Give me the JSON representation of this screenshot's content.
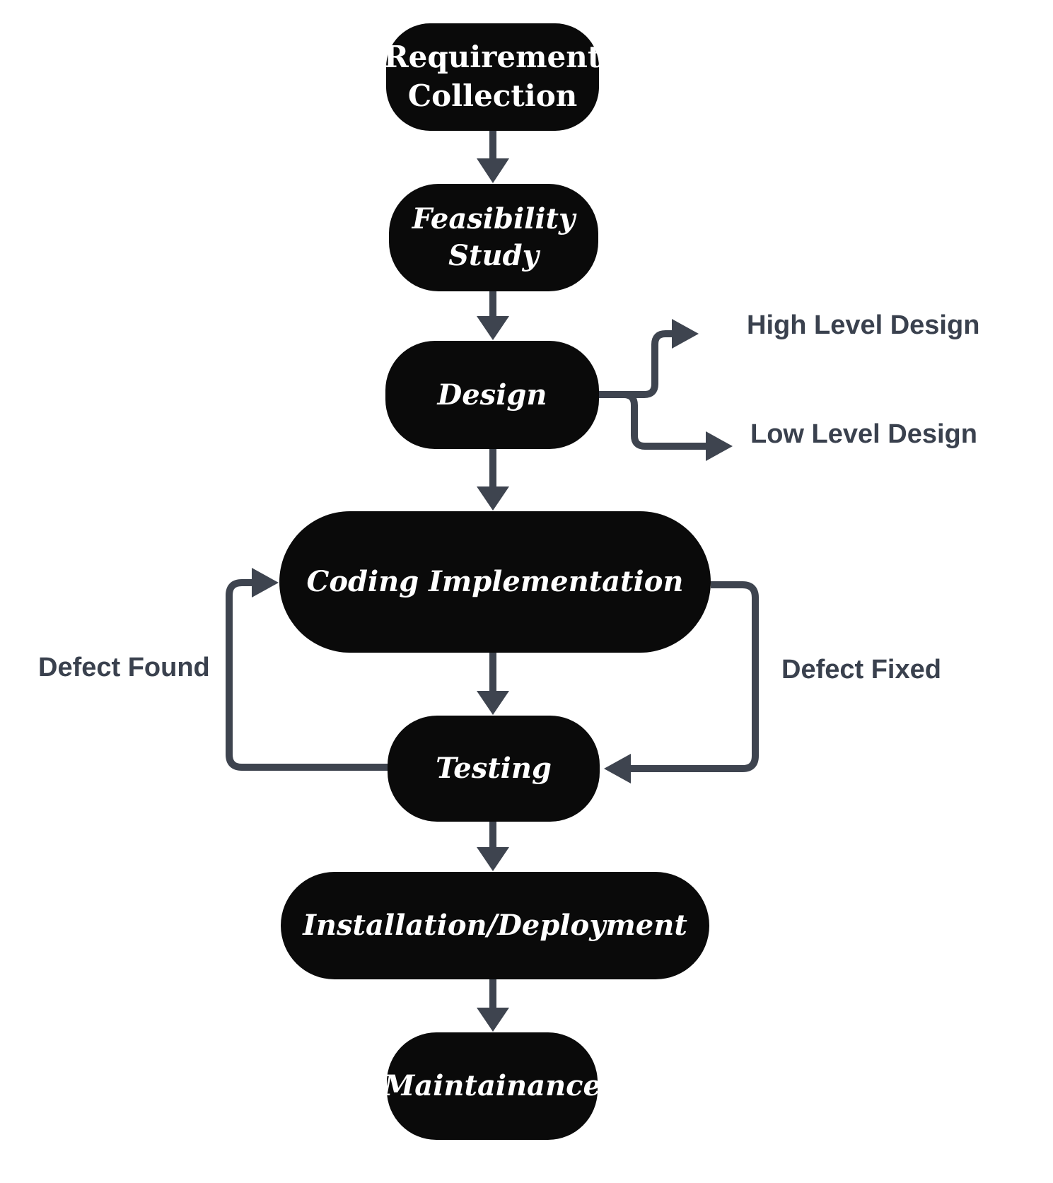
{
  "colors": {
    "background": "#ffffff",
    "node_fill": "#0a0a0a",
    "node_text": "#ffffff",
    "connector": "#3e444f",
    "label_text": "#3a414e"
  },
  "nodes": [
    {
      "id": "requirement-collection",
      "label": "Requirement Collection"
    },
    {
      "id": "feasibility-study",
      "label": "Feasibility Study"
    },
    {
      "id": "design",
      "label": "Design"
    },
    {
      "id": "coding-implementation",
      "label": "Coding Implementation"
    },
    {
      "id": "testing",
      "label": "Testing"
    },
    {
      "id": "installation-deployment",
      "label": "Installation/Deployment"
    },
    {
      "id": "maintainance",
      "label": "Maintainance"
    }
  ],
  "annotations": [
    {
      "id": "high-level-design",
      "text": "High Level Design"
    },
    {
      "id": "low-level-design",
      "text": "Low Level Design"
    },
    {
      "id": "defect-found",
      "text": "Defect Found"
    },
    {
      "id": "defect-fixed",
      "text": "Defect Fixed"
    }
  ],
  "edges": [
    {
      "from": "requirement-collection",
      "to": "feasibility-study"
    },
    {
      "from": "feasibility-study",
      "to": "design"
    },
    {
      "from": "design",
      "to": "coding-implementation"
    },
    {
      "from": "design",
      "to": "high-level-design"
    },
    {
      "from": "design",
      "to": "low-level-design"
    },
    {
      "from": "coding-implementation",
      "to": "testing"
    },
    {
      "from": "testing",
      "to": "coding-implementation",
      "label": "Defect Found"
    },
    {
      "from": "coding-implementation",
      "to": "testing",
      "label": "Defect Fixed"
    },
    {
      "from": "testing",
      "to": "installation-deployment"
    },
    {
      "from": "installation-deployment",
      "to": "maintainance"
    }
  ]
}
